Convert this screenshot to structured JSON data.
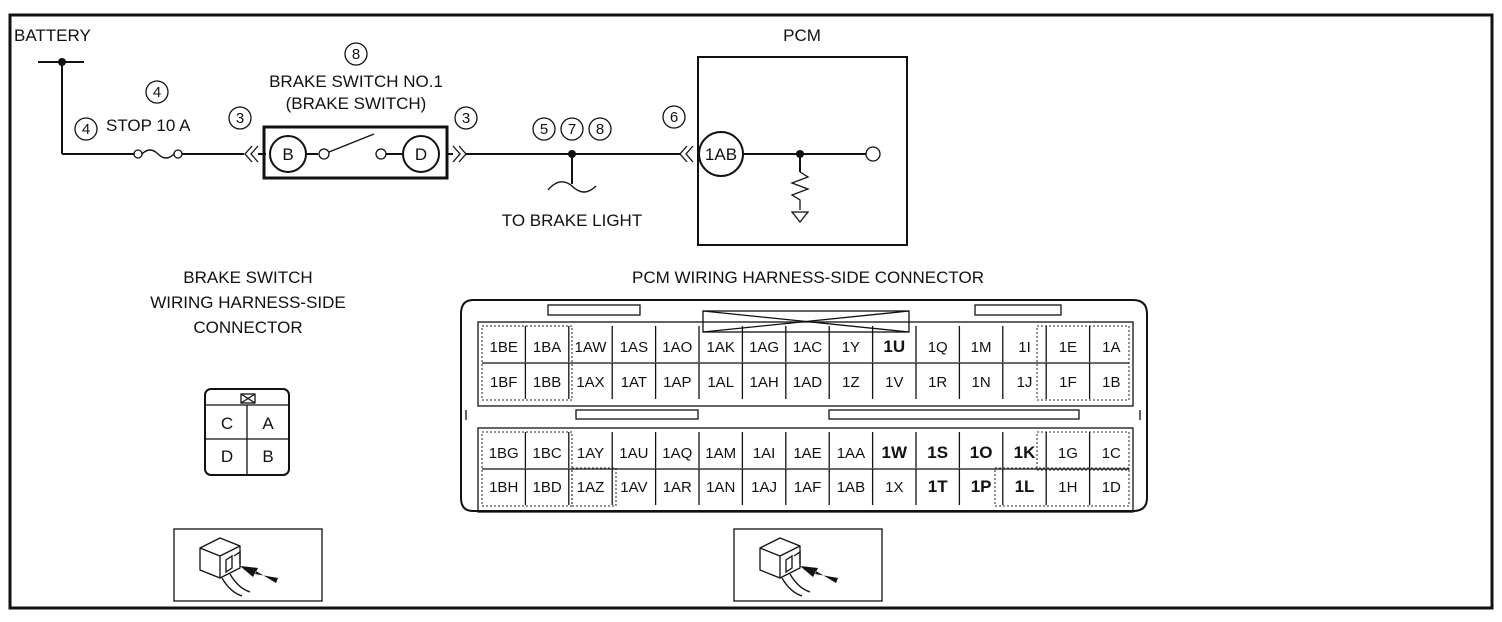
{
  "circuit": {
    "battery_label": "BATTERY",
    "fuse_label": "STOP 10 A",
    "switch_title_line1": "BRAKE SWITCH NO.1",
    "switch_title_line2": "(BRAKE SWITCH)",
    "switch_terminal_left": "B",
    "switch_terminal_right": "D",
    "brake_light_label": "TO BRAKE LIGHT",
    "pcm_label": "PCM",
    "pcm_terminal": "1AB",
    "callouts": {
      "fuse_upper": "4",
      "fuse_left": "4",
      "switch_top": "8",
      "conn_left": "3",
      "conn_right": "3",
      "junction_a": "5",
      "junction_b": "7",
      "junction_c": "8",
      "pcm_conn": "6"
    }
  },
  "brake_switch_connector": {
    "title_line1": "BRAKE SWITCH",
    "title_line2": "WIRING HARNESS-SIDE",
    "title_line3": "CONNECTOR",
    "terminals": [
      "C",
      "A",
      "D",
      "B"
    ]
  },
  "pcm_connector": {
    "title": "PCM WIRING HARNESS-SIDE CONNECTOR",
    "rows": [
      [
        "1BE",
        "1BA",
        "1AW",
        "1AS",
        "1AO",
        "1AK",
        "1AG",
        "1AC",
        "1Y",
        "1U",
        "1Q",
        "1M",
        "1I",
        "1E",
        "1A"
      ],
      [
        "1BF",
        "1BB",
        "1AX",
        "1AT",
        "1AP",
        "1AL",
        "1AH",
        "1AD",
        "1Z",
        "1V",
        "1R",
        "1N",
        "1J",
        "1F",
        "1B"
      ],
      [
        "1BG",
        "1BC",
        "1AY",
        "1AU",
        "1AQ",
        "1AM",
        "1AI",
        "1AE",
        "1AA",
        "1W",
        "1S",
        "1O",
        "1K",
        "1G",
        "1C"
      ],
      [
        "1BH",
        "1BD",
        "1AZ",
        "1AV",
        "1AR",
        "1AN",
        "1AJ",
        "1AF",
        "1AB",
        "1X",
        "1T",
        "1P",
        "1L",
        "1H",
        "1D"
      ]
    ]
  },
  "icons": [
    "connector-view-icon",
    "connector-view-icon"
  ]
}
